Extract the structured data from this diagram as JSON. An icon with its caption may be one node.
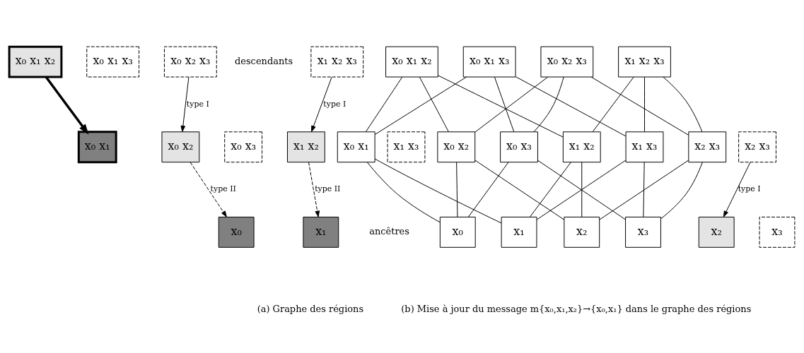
{
  "diagram": {
    "nodes": [
      {
        "text": [
          "x₀ x₁ x₂"
        ]
      },
      {
        "text": [
          "x₀ x₁ x₃"
        ]
      },
      {
        "text": [
          "x₀ x₂ x₃"
        ]
      },
      {
        "text": [
          "x₁ x₂ x₃"
        ]
      },
      {
        "text": [
          "x₀ x₁"
        ]
      },
      {
        "text": [
          "x₀ x₂"
        ]
      },
      {
        "text": [
          "x₀ x₃"
        ]
      },
      {
        "text": [
          "x₁ x₂"
        ]
      },
      {
        "text": [
          "x₁ x₃"
        ]
      },
      {
        "text": [
          "x₂ x₃"
        ]
      },
      {
        "text": [
          "x₀"
        ]
      },
      {
        "text": [
          "x₁"
        ]
      },
      {
        "text": [
          "x₂"
        ]
      },
      {
        "text": [
          "x₃"
        ]
      },
      {
        "text": [
          "x₀ x₁ x₂"
        ]
      },
      {
        "text": [
          "x₀ x₁ x₃"
        ]
      },
      {
        "text": [
          "x₀ x₂ x₃"
        ]
      },
      {
        "text": [
          "x₁ x₂ x₃"
        ]
      },
      {
        "text": [
          "x₀ x₁"
        ]
      },
      {
        "text": [
          "x₀ x₂"
        ]
      },
      {
        "text": [
          "x₀ x₃"
        ]
      },
      {
        "text": [
          "x₁ x₂"
        ]
      },
      {
        "text": [
          "x₁ x₃"
        ]
      },
      {
        "text": [
          "x₂ x₃"
        ]
      },
      {
        "text": [
          "x₀"
        ]
      },
      {
        "text": [
          "x₁"
        ]
      },
      {
        "text": [
          "x₂"
        ]
      },
      {
        "text": [
          "x₃"
        ]
      }
    ],
    "edges": [
      {
        "from": 0,
        "to": 4,
        "arrow": "none"
      },
      {
        "from": 0,
        "to": 5,
        "arrow": "none"
      },
      {
        "from": 0,
        "to": 7,
        "arrow": "none"
      },
      {
        "from": 1,
        "to": 4,
        "arrow": "none"
      },
      {
        "from": 1,
        "to": 6,
        "arrow": "none"
      },
      {
        "from": 1,
        "to": 8,
        "arrow": "none"
      },
      {
        "from": 2,
        "to": 5,
        "arrow": "none"
      },
      {
        "from": 2,
        "to": 6,
        "arrow": "none"
      },
      {
        "from": 2,
        "to": 9,
        "arrow": "none"
      },
      {
        "from": 3,
        "to": 7,
        "arrow": "none"
      },
      {
        "from": 3,
        "to": 8,
        "arrow": "none"
      },
      {
        "from": 3,
        "to": 9,
        "arrow": "none"
      },
      {
        "from": 4,
        "to": 10,
        "arrow": "none"
      },
      {
        "from": 4,
        "to": 11,
        "arrow": "none"
      },
      {
        "from": 5,
        "to": 10,
        "arrow": "none"
      },
      {
        "from": 5,
        "to": 12,
        "arrow": "none"
      },
      {
        "from": 6,
        "to": 10,
        "arrow": "none"
      },
      {
        "from": 6,
        "to": 13,
        "arrow": "none"
      },
      {
        "from": 7,
        "to": 11,
        "arrow": "none"
      },
      {
        "from": 7,
        "to": 12,
        "arrow": "none"
      },
      {
        "from": 8,
        "to": 11,
        "arrow": "none"
      },
      {
        "from": 8,
        "to": 13,
        "arrow": "none"
      },
      {
        "from": 9,
        "to": 12,
        "arrow": "none"
      },
      {
        "from": 9,
        "to": 13,
        "arrow": "none"
      },
      {
        "from": 14,
        "to": 18,
        "arrow": "to",
        "style": "thick"
      },
      {
        "from": 16,
        "to": 19,
        "arrow": "to",
        "label": "type I"
      },
      {
        "from": 17,
        "to": 21,
        "arrow": "to",
        "label": "type I"
      },
      {
        "from": 19,
        "to": 24,
        "arrow": "to",
        "label": "type II",
        "style": "dashed"
      },
      {
        "from": 21,
        "to": 25,
        "arrow": "to",
        "label": "type II",
        "style": "dashed"
      },
      {
        "from": 23,
        "to": 26,
        "arrow": "to",
        "label": "type I"
      }
    ],
    "labels": [
      "descendants",
      "ancêtres",
      "(a) Graphe des régions",
      "(b) Mise à jour du message m{x₀,x₁,x₂}→{x₀,x₁} dans le graphe des régions"
    ]
  }
}
